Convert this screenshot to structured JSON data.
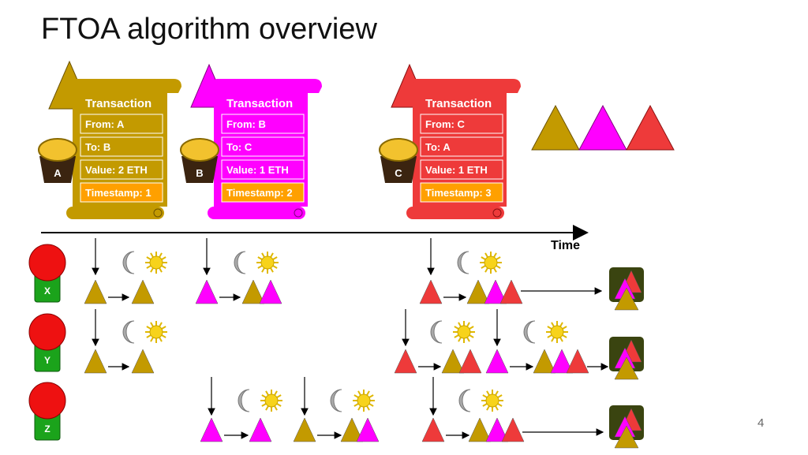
{
  "slide": {
    "title": "FTOA algorithm overview",
    "page_number": "4"
  },
  "colors": {
    "gold": "#C39A00",
    "magenta": "#FF00FF",
    "red": "#EE3A3A",
    "orange": "#FFA000",
    "node_red": "#EE1111",
    "node_green": "#1BA31B",
    "block": "#3A4410"
  },
  "transactions": [
    {
      "header": "Transaction",
      "from": "From: A",
      "to": "To: B",
      "value": "Value: 2 ETH",
      "timestamp": "Timestamp: 1",
      "wallet": "A",
      "color": "#C39A00"
    },
    {
      "header": "Transaction",
      "from": "From: B",
      "to": "To: C",
      "value": "Value: 1 ETH",
      "timestamp": "Timestamp: 2",
      "wallet": "B",
      "color": "#FF00FF"
    },
    {
      "header": "Transaction",
      "from": "From: C",
      "to": "To: A",
      "value": "Value: 1 ETH",
      "timestamp": "Timestamp: 3",
      "wallet": "C",
      "color": "#EE3A3A"
    }
  ],
  "timeline": {
    "label": "Time"
  },
  "nodes": [
    {
      "label": "X"
    },
    {
      "label": "Y"
    },
    {
      "label": "Z"
    }
  ],
  "icons": {
    "receive": "down-arrow-icon",
    "wait": "moon-sun-icon",
    "block": "block-icon"
  }
}
